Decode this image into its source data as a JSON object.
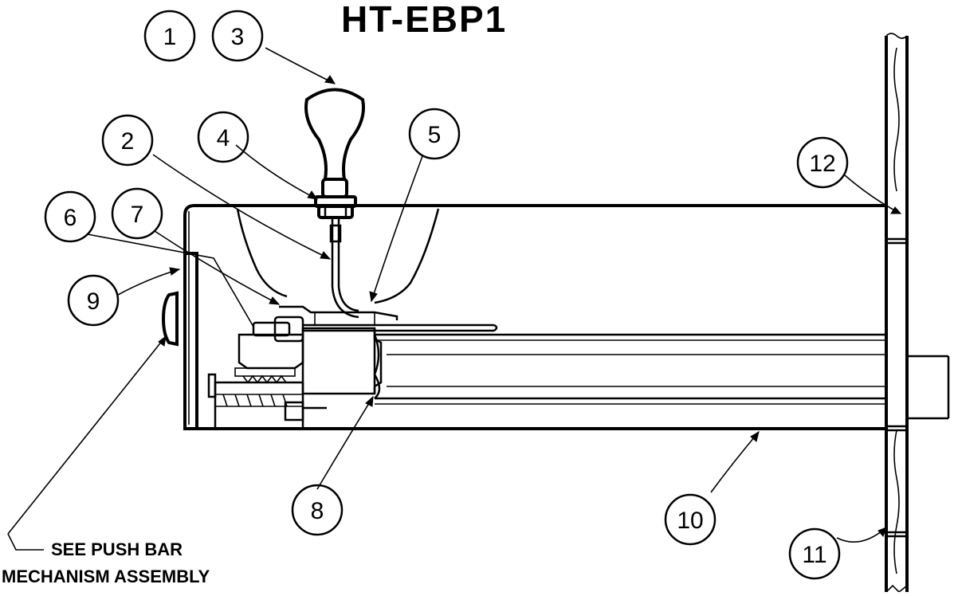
{
  "title": "HT-EBP1",
  "callouts": [
    {
      "id": "1",
      "label": "1"
    },
    {
      "id": "2",
      "label": "2"
    },
    {
      "id": "3",
      "label": "3"
    },
    {
      "id": "4",
      "label": "4"
    },
    {
      "id": "5",
      "label": "5"
    },
    {
      "id": "6",
      "label": "6"
    },
    {
      "id": "7",
      "label": "7"
    },
    {
      "id": "8",
      "label": "8"
    },
    {
      "id": "9",
      "label": "9"
    },
    {
      "id": "10",
      "label": "10"
    },
    {
      "id": "11",
      "label": "11"
    },
    {
      "id": "12",
      "label": "12"
    }
  ],
  "note": {
    "line1": "SEE PUSH BAR",
    "line2": "MECHANISM ASSEMBLY"
  }
}
